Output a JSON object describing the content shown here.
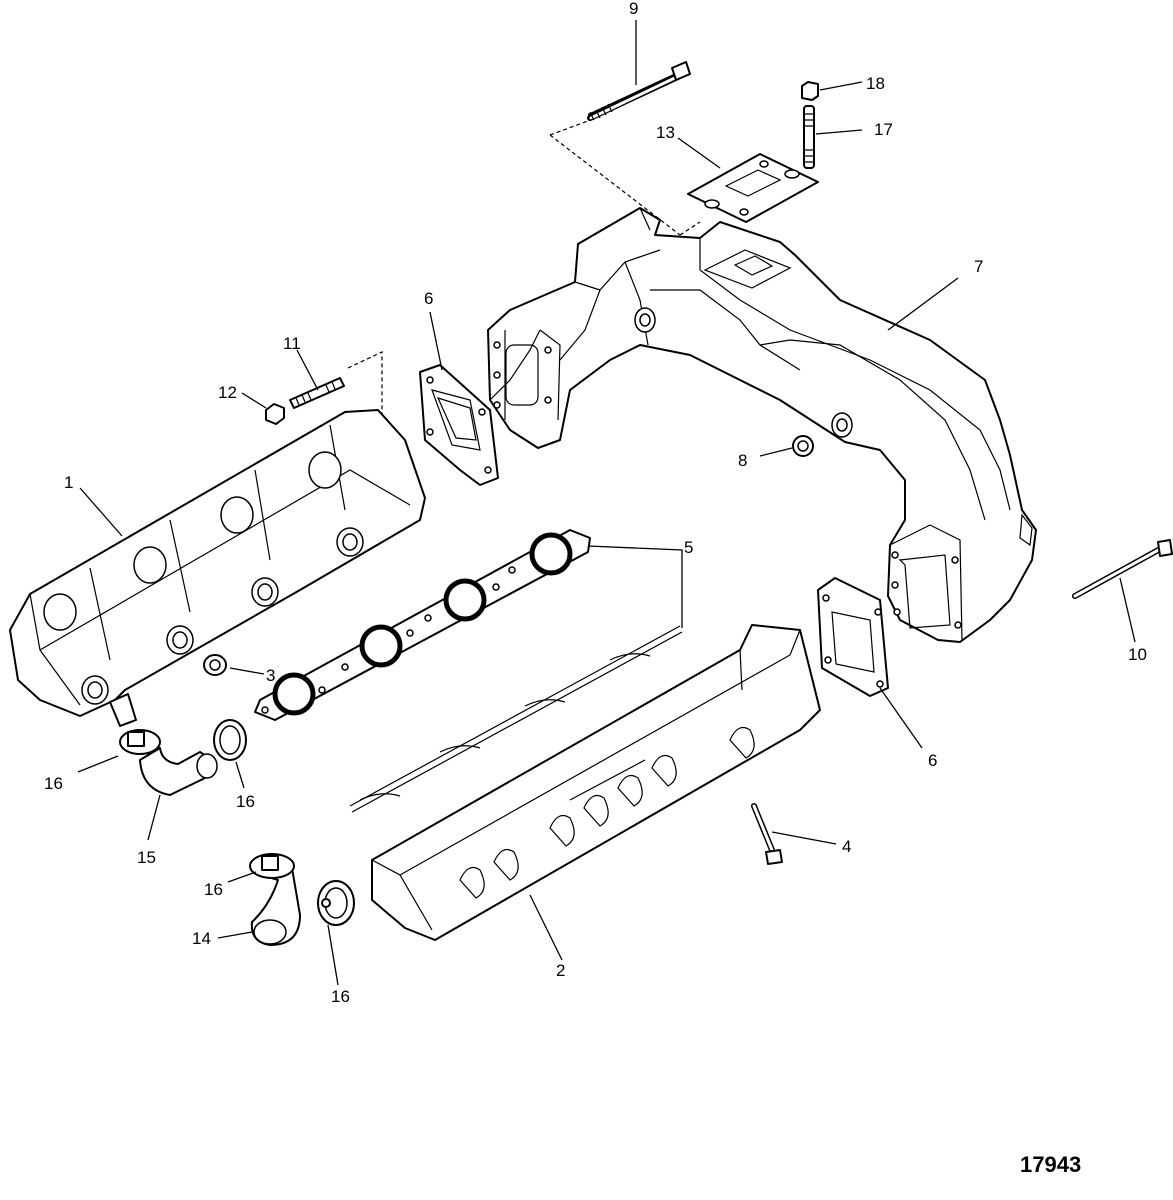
{
  "figure_number": "17943",
  "callouts": {
    "c1": "1",
    "c2": "2",
    "c3": "3",
    "c4": "4",
    "c5": "5",
    "c6a": "6",
    "c6b": "6",
    "c7": "7",
    "c8": "8",
    "c9": "9",
    "c10": "10",
    "c11": "11",
    "c12": "12",
    "c13": "13",
    "c14": "14",
    "c15": "15",
    "c16a": "16",
    "c16b": "16",
    "c16c": "16",
    "c16d": "16",
    "c17": "17",
    "c18": "18"
  },
  "colors": {
    "line": "#000000",
    "background": "#ffffff"
  }
}
